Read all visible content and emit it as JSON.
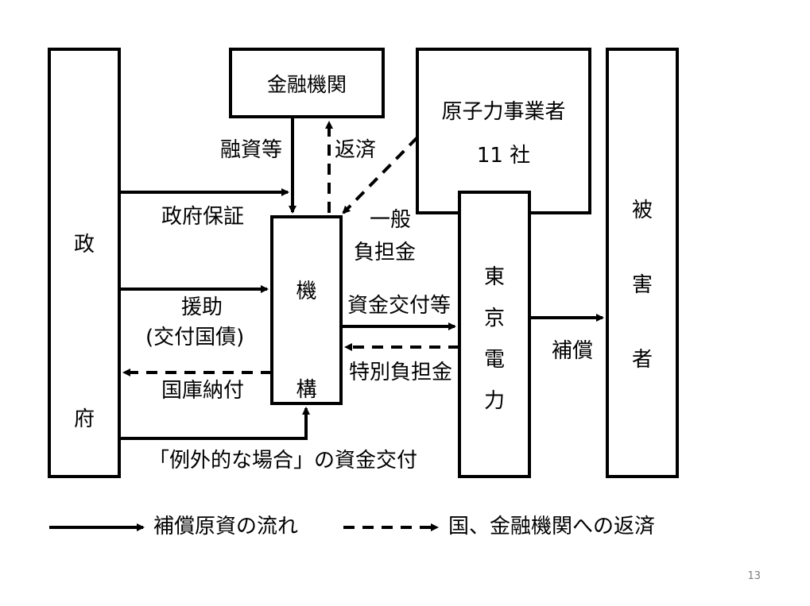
{
  "boxes": {
    "government": "政\n府",
    "financial_institutions": "金融機関",
    "nuclear_operators_line1": "原子力事業者",
    "nuclear_operators_line2": "11 社",
    "victims": "被\n害\n者",
    "organization": "機\n構",
    "tepco": "東\n京\n電\n力"
  },
  "labels": {
    "loan": "融資等",
    "repayment": "返済",
    "gov_guarantee": "政府保証",
    "general_contribution_1": "一般",
    "general_contribution_2": "負担金",
    "aid_1": "援助",
    "aid_2": "(交付国債)",
    "treasury_payment": "国庫納付",
    "fund_grant": "資金交付等",
    "special_contribution": "特別負担金",
    "compensation": "補償",
    "exceptional_grant": "「例外的な場合」の資金交付"
  },
  "legend": {
    "solid": "補償原資の流れ",
    "dashed": "国、金融機関への返済"
  },
  "page_number": "13"
}
